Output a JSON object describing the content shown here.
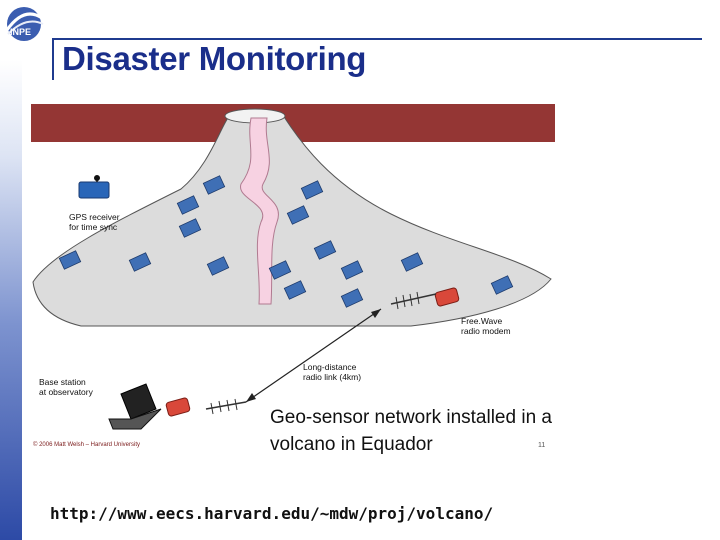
{
  "header": {
    "title": "Disaster Monitoring"
  },
  "logo": {
    "text": "INPE"
  },
  "figure": {
    "labels": {
      "gps": "GPS receiver\nfor time sync",
      "freewave": "Free.Wave\nradio modem",
      "radio_link": "Long-distance\nradio link (4km)",
      "base_station": "Base station\nat observatory"
    },
    "copyright": "© 2006 Matt Welsh – Harvard University",
    "slide_number": "11"
  },
  "caption": "Geo-sensor network installed in a\nvolcano in Equador",
  "url": "http://www.eecs.harvard.edu/~mdw/proj/volcano/",
  "colors": {
    "title": "#1a2e8a",
    "banner": "#943634",
    "volcano": "#dcdcdc",
    "sensor": "#3f6fb5"
  }
}
